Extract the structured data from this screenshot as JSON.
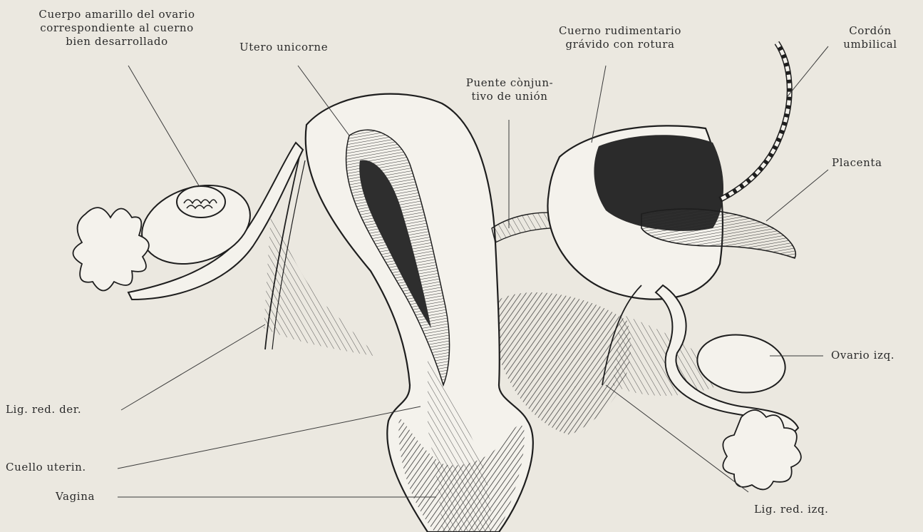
{
  "labels": {
    "corpus_luteum": [
      "Cuerpo amarillo del ovario",
      "correspondiente al cuerno",
      "bien desarrollado"
    ],
    "uterus": "Utero unicorne",
    "bridge": [
      "Puente cònjun-",
      "tivo de unión"
    ],
    "rudimentary_horn": [
      "Cuerno rudimentario",
      "grávido con rotura"
    ],
    "umbilical_cord": [
      "Cordón",
      "umbilical"
    ],
    "placenta": "Placenta",
    "left_ovary": "Ovario izq.",
    "right_round_ligament": "Lig. red. der.",
    "cervix": "Cuello uterin.",
    "vagina": "Vagina",
    "left_round_ligament": "Lig. red. izq."
  },
  "colors": {
    "background": "#ebe8e0",
    "ink": "#1e1e1e",
    "fill": "#f4f2ec",
    "shade": "#3a3a3a"
  }
}
